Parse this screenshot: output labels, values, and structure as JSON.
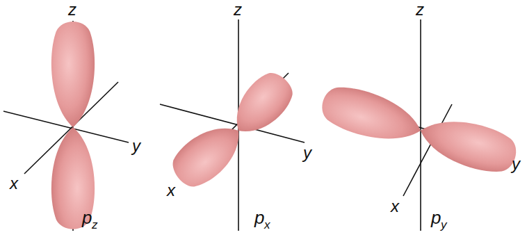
{
  "diagram": {
    "labels": [
      "z",
      "y",
      "x",
      "p",
      "z",
      "z",
      "y",
      "x",
      "p",
      "x",
      "z",
      "y",
      "x",
      "p",
      "y"
    ]
  }
}
